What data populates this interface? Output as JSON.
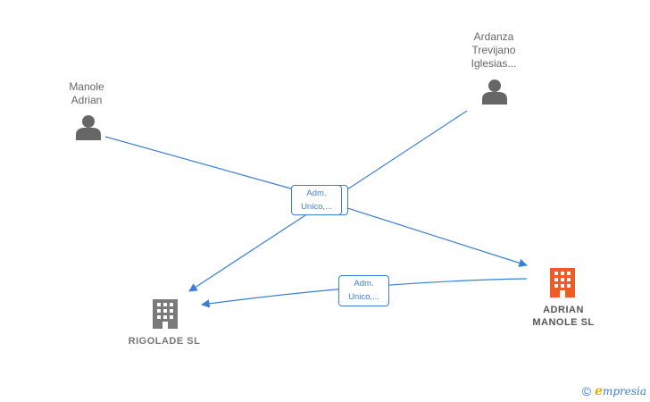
{
  "colors": {
    "edge": "#3a7fd5",
    "person_icon": "#666666",
    "company_icon_gray": "#7a7a7a",
    "company_icon_highlight": "#f05a28",
    "label_text": "#666666",
    "company_highlight_text": "#555555"
  },
  "nodes": {
    "manole": {
      "label": "Manole\nAdrian",
      "icon": "person-icon"
    },
    "ardanza": {
      "label": "Ardanza\nTrevijano\nIglesias...",
      "icon": "person-icon"
    },
    "adrian_sl": {
      "label": "ADRIAN\nMANOLE SL",
      "icon": "building-icon"
    },
    "rigolade": {
      "label": "RIGOLADE SL",
      "icon": "building-icon"
    }
  },
  "edges": {
    "center": {
      "label": "Adm.\nUnico,..."
    },
    "adrian_to_rigolade": {
      "label": "Adm.\nUnico,..."
    }
  },
  "watermark": {
    "copyright": "©",
    "brand_first": "e",
    "brand_rest": "mpresia"
  }
}
